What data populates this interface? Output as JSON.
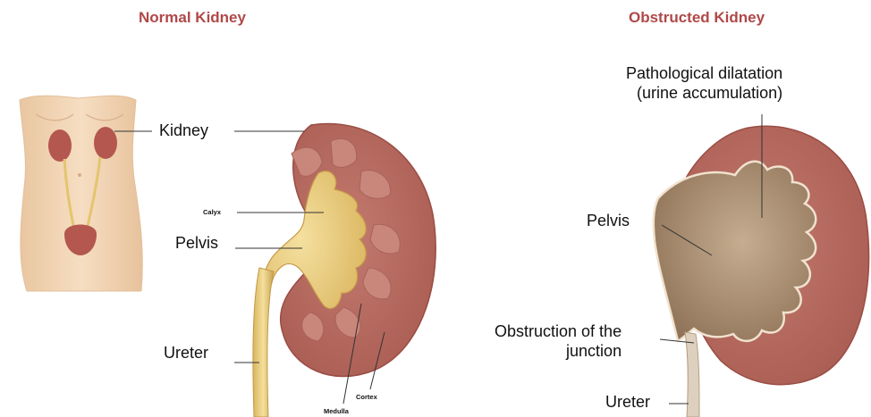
{
  "panels": {
    "normal": {
      "title": "Normal Kidney",
      "labels": {
        "kidney": "Kidney",
        "calyx": "Calyx",
        "pelvis": "Pelvis",
        "ureter": "Ureter",
        "cortex": "Cortex",
        "medulla": "Medulla"
      }
    },
    "obstructed": {
      "title": "Obstructed Kidney",
      "labels": {
        "dilatation_line1": "Pathological dilatation",
        "dilatation_line2": "(urine accumulation)",
        "pelvis": "Pelvis",
        "obstruction_line1": "Obstruction of the",
        "obstruction_line2": "junction",
        "ureter": "Ureter"
      }
    }
  },
  "colors": {
    "title": "#b04848",
    "cortex": "#b66a5f",
    "medulla": "#c88379",
    "pelvis": "#e7c978",
    "skin": "#f2d6b6",
    "dilated_pelvis": "#a88c70"
  }
}
